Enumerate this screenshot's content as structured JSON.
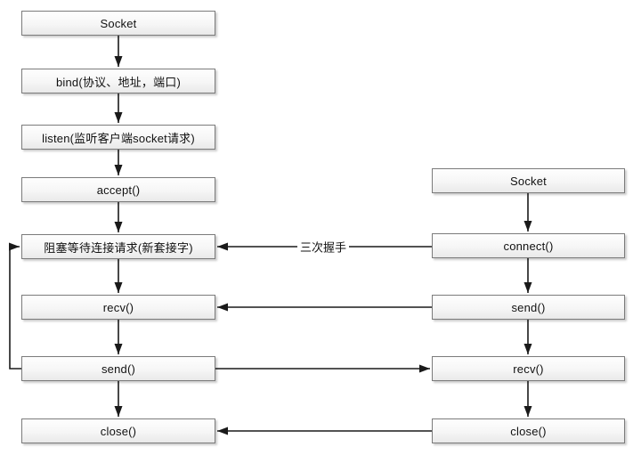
{
  "server": {
    "nodes": [
      {
        "id": "socket",
        "label": "Socket"
      },
      {
        "id": "bind",
        "label": "bind(协议、地址，端口)"
      },
      {
        "id": "listen",
        "label": "listen(监听客户端socket请求)"
      },
      {
        "id": "accept",
        "label": "accept()"
      },
      {
        "id": "block",
        "label": "阻塞等待连接请求(新套接字)"
      },
      {
        "id": "recv",
        "label": "recv()"
      },
      {
        "id": "send",
        "label": "send()"
      },
      {
        "id": "close",
        "label": "close()"
      }
    ]
  },
  "client": {
    "nodes": [
      {
        "id": "socket",
        "label": "Socket"
      },
      {
        "id": "connect",
        "label": "connect()"
      },
      {
        "id": "send",
        "label": "send()"
      },
      {
        "id": "recv",
        "label": "recv()"
      },
      {
        "id": "close",
        "label": "close()"
      }
    ]
  },
  "annotations": {
    "handshake": "三次握手"
  },
  "edges": [
    {
      "from": "server.socket",
      "to": "server.bind"
    },
    {
      "from": "server.bind",
      "to": "server.listen"
    },
    {
      "from": "server.listen",
      "to": "server.accept"
    },
    {
      "from": "server.accept",
      "to": "server.block"
    },
    {
      "from": "server.block",
      "to": "server.recv"
    },
    {
      "from": "server.recv",
      "to": "server.send"
    },
    {
      "from": "server.send",
      "to": "server.close"
    },
    {
      "from": "client.socket",
      "to": "client.connect"
    },
    {
      "from": "client.connect",
      "to": "client.send"
    },
    {
      "from": "client.send",
      "to": "client.recv"
    },
    {
      "from": "client.recv",
      "to": "client.close"
    },
    {
      "from": "client.connect",
      "to": "server.block",
      "label": "三次握手"
    },
    {
      "from": "client.send",
      "to": "server.recv"
    },
    {
      "from": "server.send",
      "to": "client.recv"
    },
    {
      "from": "client.close",
      "to": "server.close"
    },
    {
      "from": "server.send",
      "to": "server.block",
      "kind": "loop"
    }
  ],
  "colors": {
    "box_border": "#7b7b7b",
    "box_fill_top": "#fefefe",
    "box_fill_bottom": "#e9e9e9",
    "arrow": "#1a1a1a",
    "text": "#111111",
    "background": "#ffffff"
  }
}
